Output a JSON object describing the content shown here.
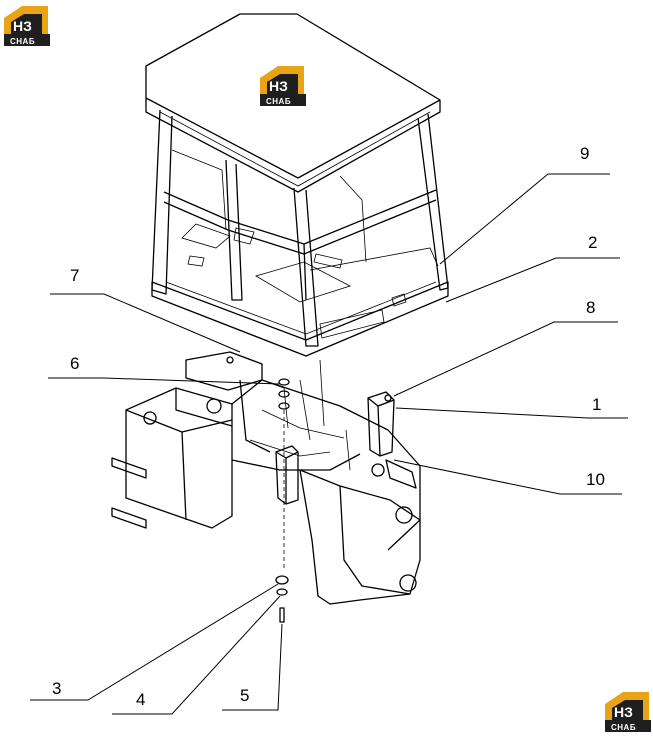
{
  "logo": {
    "mark": "НЗ",
    "sub": "СНАБ",
    "colors": {
      "gold": "#e8a317",
      "dark": "#1f1f1f",
      "white": "#ffffff"
    }
  },
  "callouts": [
    {
      "id": "9",
      "label": "9"
    },
    {
      "id": "2",
      "label": "2"
    },
    {
      "id": "7",
      "label": "7"
    },
    {
      "id": "8",
      "label": "8"
    },
    {
      "id": "6",
      "label": "6"
    },
    {
      "id": "1",
      "label": "1"
    },
    {
      "id": "10",
      "label": "10"
    },
    {
      "id": "3",
      "label": "3"
    },
    {
      "id": "4",
      "label": "4"
    },
    {
      "id": "5",
      "label": "5"
    }
  ]
}
